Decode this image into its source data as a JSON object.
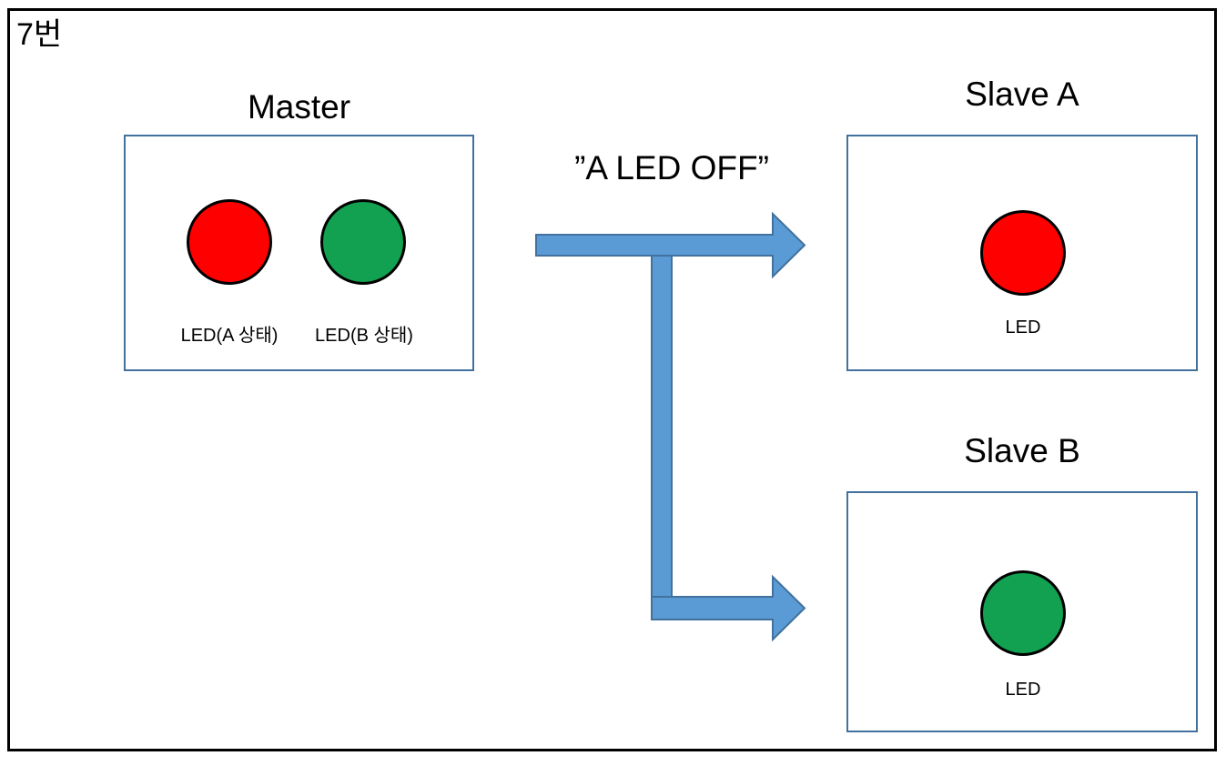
{
  "slide": {
    "number_label": "7번",
    "frame_color": "#000000"
  },
  "colors": {
    "box_border": "#41719C",
    "arrow_fill": "#5B9BD5",
    "arrow_border": "#41719C",
    "led_on_red": "#FF0000",
    "led_on_green": "#12A150",
    "led_outline": "#000000",
    "background": "#FFFFFF"
  },
  "devices": {
    "master": {
      "title": "Master",
      "leds": [
        {
          "caption": "LED(A 상태)",
          "color": "#FF0000",
          "state": "red"
        },
        {
          "caption": "LED(B 상태)",
          "color": "#12A150",
          "state": "green"
        }
      ]
    },
    "slave_a": {
      "title": "Slave A",
      "leds": [
        {
          "caption": "LED",
          "color": "#FF0000",
          "state": "red"
        }
      ]
    },
    "slave_b": {
      "title": "Slave B",
      "leds": [
        {
          "caption": "LED",
          "color": "#12A150",
          "state": "green"
        }
      ]
    }
  },
  "message": {
    "label": "”A LED OFF”",
    "from": "Master",
    "to": [
      "Slave A",
      "Slave B"
    ]
  }
}
